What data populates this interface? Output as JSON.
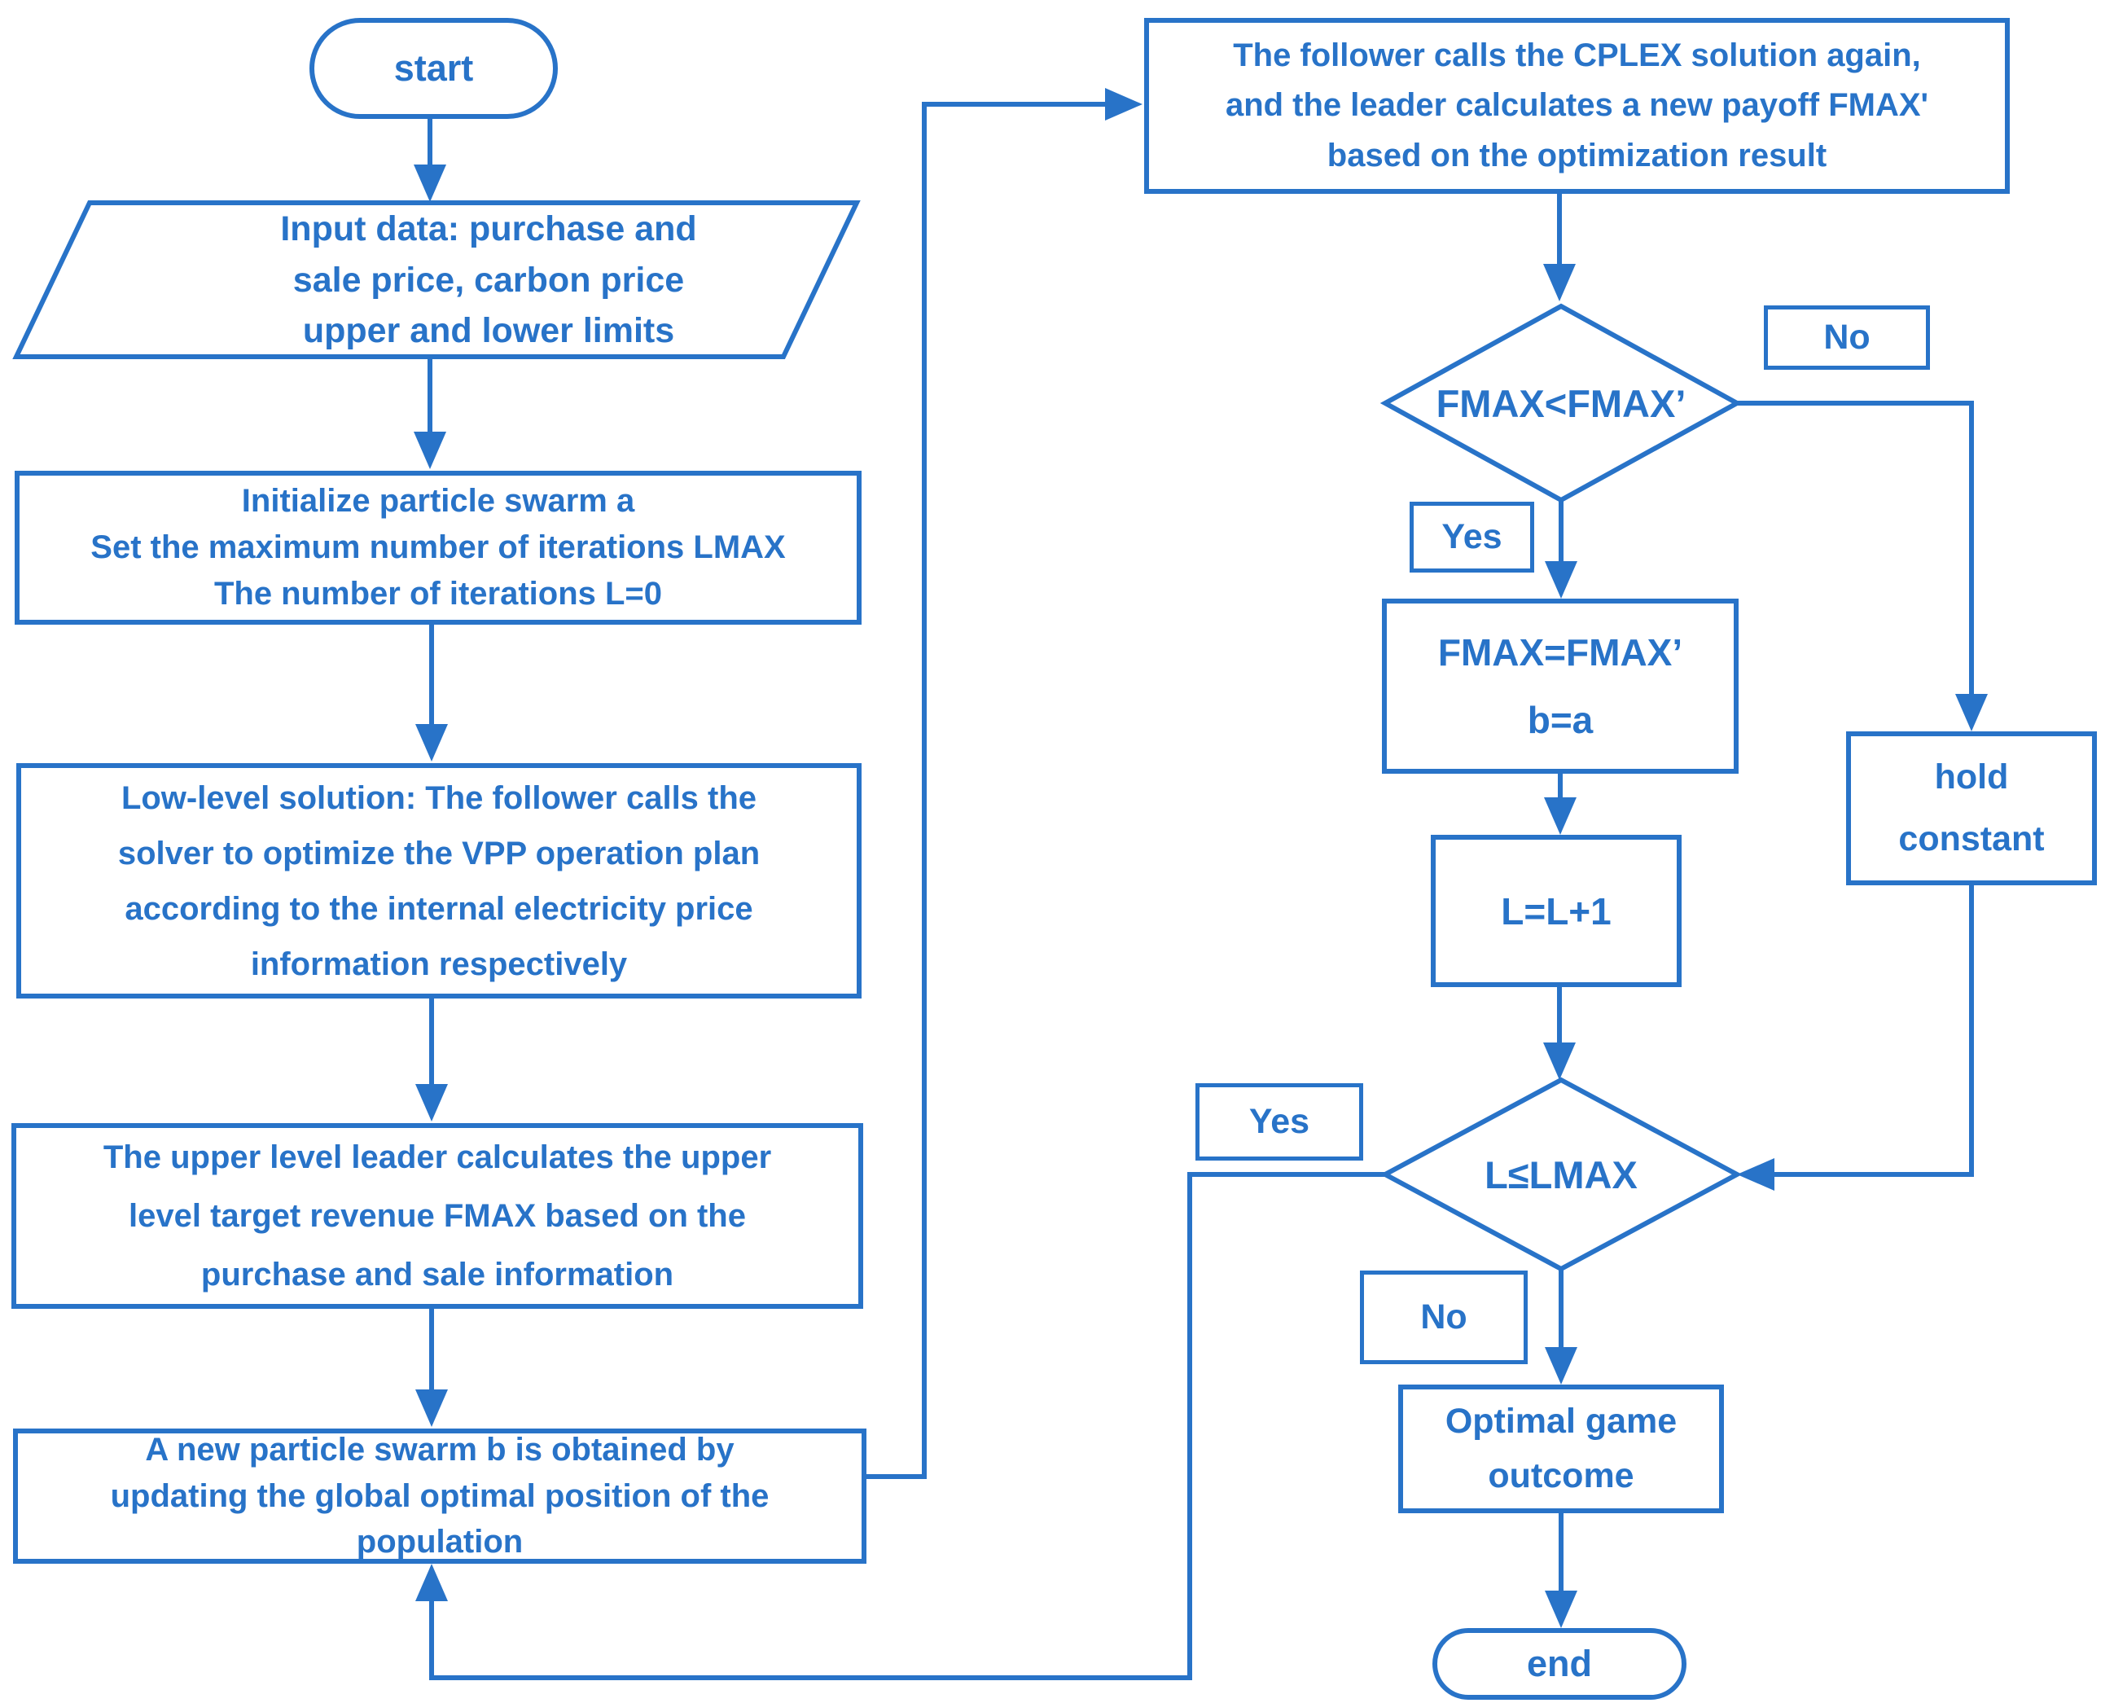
{
  "flowchart": {
    "accent_color": "#2873C8",
    "nodes": {
      "start": {
        "label": "start"
      },
      "input_data": {
        "lines": [
          "Input data: purchase and",
          "sale price, carbon price",
          "upper and lower limits"
        ]
      },
      "initialize": {
        "lines": [
          "Initialize particle swarm a",
          "Set the maximum number of iterations LMAX",
          "The number of iterations L=0"
        ]
      },
      "low_level": {
        "lines": [
          "Low-level solution: The follower  calls the",
          "solver to optimize the VPP operation plan",
          "according to the internal electricity price",
          "information respectively"
        ]
      },
      "upper_level": {
        "lines": [
          "The upper level leader calculates the upper",
          "level target revenue FMAX based on the",
          "purchase and sale information"
        ]
      },
      "new_swarm": {
        "lines": [
          "A new particle swarm b is obtained by",
          "updating the global optimal position of the",
          "population"
        ]
      },
      "cplex": {
        "lines": [
          "The follower calls the CPLEX solution again,",
          "and the leader calculates a new payoff FMAX'",
          "based on the optimization result"
        ]
      },
      "decision_fmax": {
        "label": "FMAX<FMAX’"
      },
      "fmax_update": {
        "lines": [
          "FMAX=FMAX’",
          "b=a"
        ]
      },
      "hold_constant": {
        "lines": [
          "hold",
          "constant"
        ]
      },
      "increment": {
        "label": "L=L+1"
      },
      "decision_lmax": {
        "label": "L≤LMAX"
      },
      "optimal_outcome": {
        "lines": [
          "Optimal game",
          "outcome"
        ]
      },
      "end": {
        "label": "end"
      },
      "branch_labels": {
        "no_top": "No",
        "yes_top": "Yes",
        "yes_bottom": "Yes",
        "no_bottom": "No"
      }
    }
  }
}
